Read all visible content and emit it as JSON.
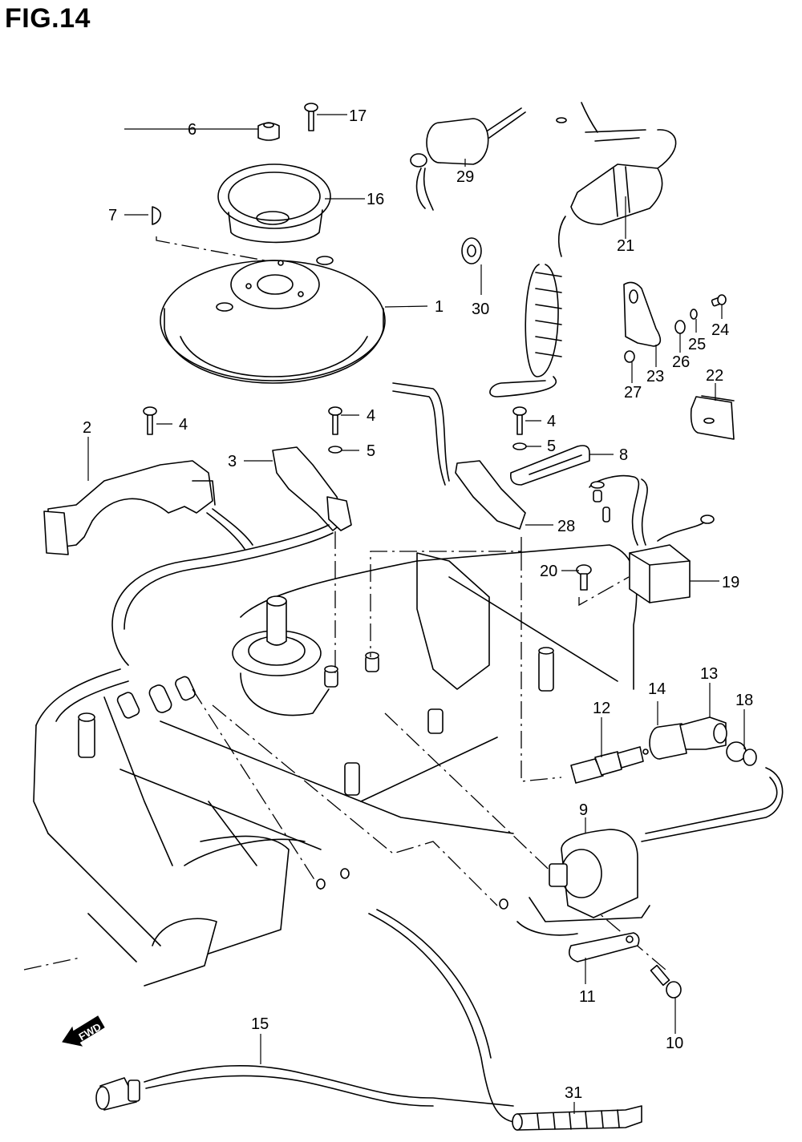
{
  "figure": {
    "title": "FIG.14",
    "forward_indicator": "FWD"
  },
  "callouts": [
    {
      "num": "1",
      "part": "flywheel"
    },
    {
      "num": "2",
      "part": "stator-base"
    },
    {
      "num": "3",
      "part": "pulser-coil"
    },
    {
      "num": "4",
      "part": "screw"
    },
    {
      "num": "5",
      "part": "washer"
    },
    {
      "num": "6",
      "part": "nut"
    },
    {
      "num": "7",
      "part": "key"
    },
    {
      "num": "8",
      "part": "clamp"
    },
    {
      "num": "9",
      "part": "ignition-coil"
    },
    {
      "num": "10",
      "part": "bolt"
    },
    {
      "num": "11",
      "part": "ground-strap"
    },
    {
      "num": "12",
      "part": "spark-plug"
    },
    {
      "num": "13",
      "part": "plug-cap"
    },
    {
      "num": "14",
      "part": "plug-cap-cover"
    },
    {
      "num": "15",
      "part": "stop-wire"
    },
    {
      "num": "16",
      "part": "starter-cup"
    },
    {
      "num": "17",
      "part": "screw"
    },
    {
      "num": "18",
      "part": "cap-seal"
    },
    {
      "num": "19",
      "part": "cdi-unit"
    },
    {
      "num": "20",
      "part": "bolt"
    },
    {
      "num": "21",
      "part": "emergency-stop-switch"
    },
    {
      "num": "22",
      "part": "rubber-cushion"
    },
    {
      "num": "23",
      "part": "bracket"
    },
    {
      "num": "24",
      "part": "bolt"
    },
    {
      "num": "25",
      "part": "lock-washer"
    },
    {
      "num": "26",
      "part": "washer"
    },
    {
      "num": "27",
      "part": "nut"
    },
    {
      "num": "28",
      "part": "clamp"
    },
    {
      "num": "29",
      "part": "stop-switch"
    },
    {
      "num": "30",
      "part": "washer"
    },
    {
      "num": "31",
      "part": "protector-tube"
    }
  ],
  "labels": {
    "l1": "1",
    "l2": "2",
    "l3": "3",
    "l4a": "4",
    "l4b": "4",
    "l4c": "4",
    "l5a": "5",
    "l5b": "5",
    "l6": "6",
    "l7": "7",
    "l8": "8",
    "l9": "9",
    "l10": "10",
    "l11": "11",
    "l12": "12",
    "l13": "13",
    "l14": "14",
    "l15": "15",
    "l16": "16",
    "l17": "17",
    "l18": "18",
    "l19": "19",
    "l20": "20",
    "l21": "21",
    "l22": "22",
    "l23": "23",
    "l24": "24",
    "l25": "25",
    "l26": "26",
    "l27": "27",
    "l28": "28",
    "l29": "29",
    "l30": "30",
    "l31": "31"
  }
}
